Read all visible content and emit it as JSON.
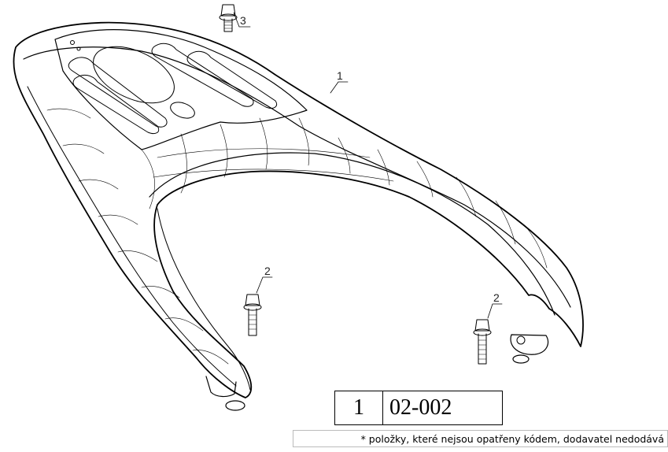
{
  "callouts": {
    "rack": "1",
    "bolt_left": "2",
    "bolt_right": "2",
    "bolt_top": "3"
  },
  "part_table": {
    "quantity": "1",
    "part_number": "02-002"
  },
  "footnote": "* položky, které nejsou opatřeny kódem, dodavatel nedodává"
}
